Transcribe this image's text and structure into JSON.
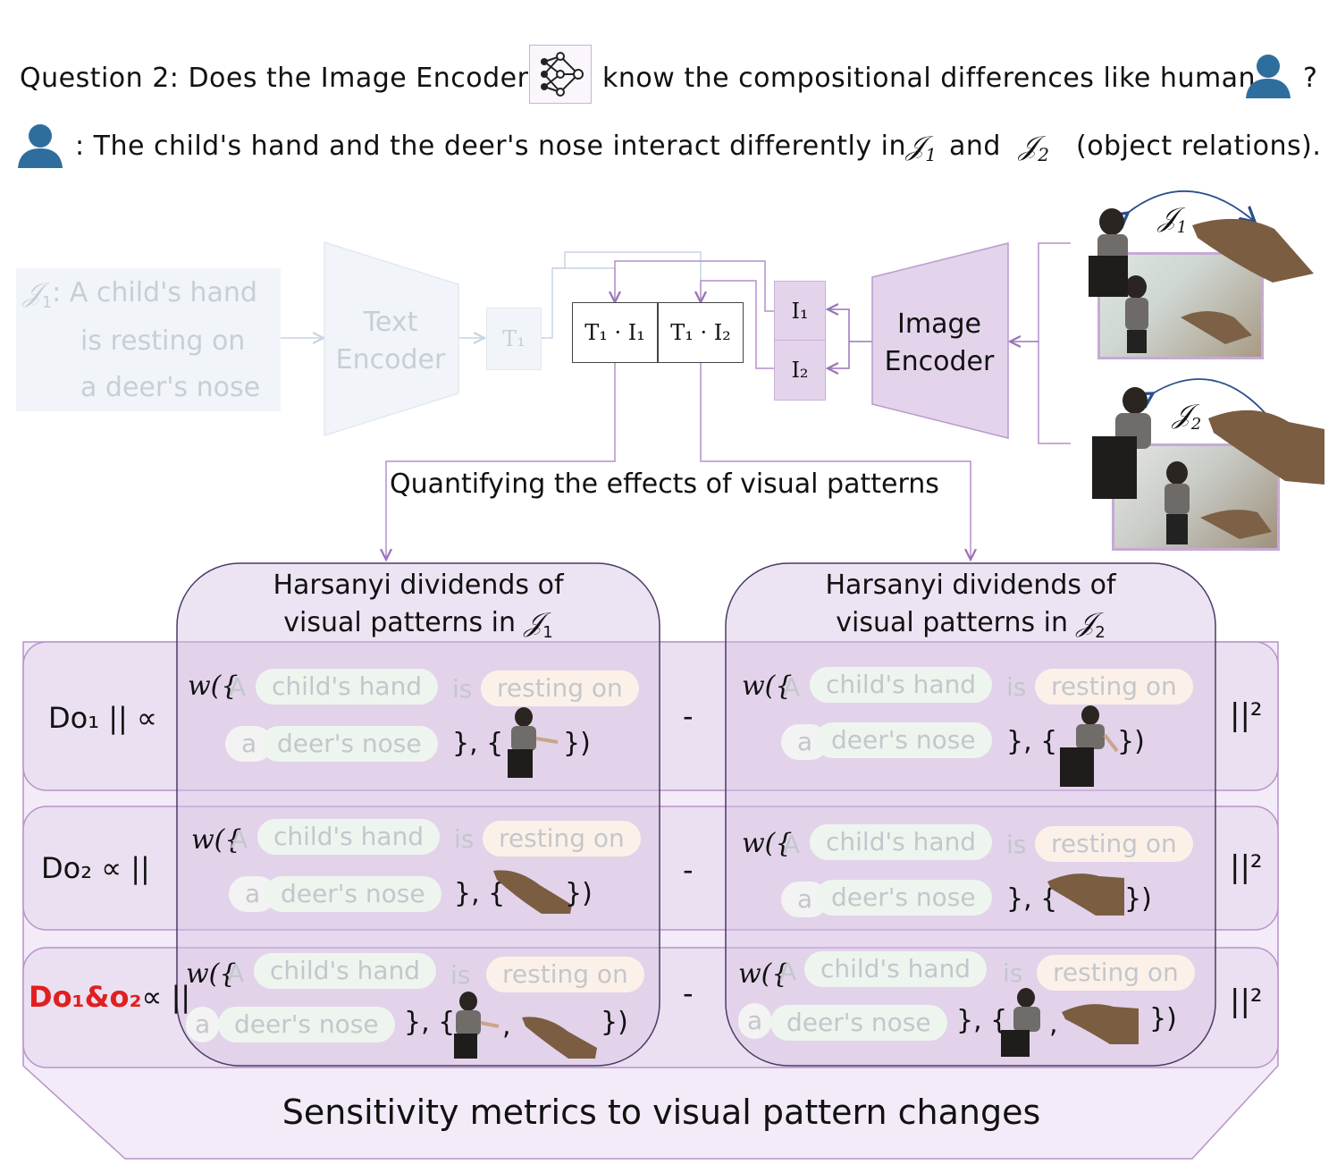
{
  "question": {
    "prefix": "Question 2: Does the Image Encoder",
    "middle": "know the compositional differences like human",
    "suffix": "?",
    "network_icon": "neural-network-icon",
    "human_icon": "person-icon"
  },
  "human_answer": {
    "prefix": ": The child's hand and the deer's nose interact differently in",
    "j1": "𝒥",
    "j1_sub": "1",
    "and": "and",
    "j2": "𝒥",
    "j2_sub": "2",
    "suffix": "(object relations)."
  },
  "text_input": {
    "label": "𝒥",
    "label_sub": "1",
    "line1": ": A child's hand",
    "line2": "is resting on",
    "line3": "a deer's nose"
  },
  "text_encoder": {
    "line1": "Text",
    "line2": "Encoder"
  },
  "t1_box": "T₁",
  "dot_boxes": [
    "T₁ · I₁",
    "T₁ · I₂"
  ],
  "image_feature_boxes": [
    "I₁",
    "I₂"
  ],
  "image_encoder": {
    "line1": "Image",
    "line2": "Encoder"
  },
  "image_labels": {
    "j1": "𝒥",
    "j1_sub": "1",
    "j2": "𝒥",
    "j2_sub": "2"
  },
  "quantify_label": "Quantifying the effects of visual patterns",
  "harsanyi": {
    "left_line1": "Harsanyi dividends of",
    "left_line2": "visual patterns in",
    "left_j": "𝒥",
    "left_sub": "1",
    "right_line1": "Harsanyi dividends of",
    "right_line2": "visual patterns in",
    "right_j": "𝒥",
    "right_sub": "2"
  },
  "formula_tokens": {
    "w": "w({",
    "a": "A",
    "childs_hand": "child's hand",
    "is": "is",
    "resting_on": "resting on",
    "a_lower": "a",
    "deers_nose": "deer's nose",
    "close": "}, {",
    "end": "})",
    "comma": ","
  },
  "rows": [
    {
      "label_main": "Do₁ || ∝",
      "label_red": false
    },
    {
      "label_main": "Do₂ ∝ ||",
      "label_red": false
    },
    {
      "label_red_text": "Do₁&o₂",
      "label_main": "∝ ||",
      "label_red": true
    }
  ],
  "minus": "-",
  "norm_sq": "||²",
  "bottom_title": "Sensitivity metrics to visual pattern changes",
  "colors": {
    "purple_fill": "#e9dcef",
    "purple_stroke": "#b892cc",
    "light_purple": "#f3ebf7",
    "faded_blue": "#eef3f9",
    "person_blue": "#2e6e9e",
    "red": "#e02020"
  }
}
